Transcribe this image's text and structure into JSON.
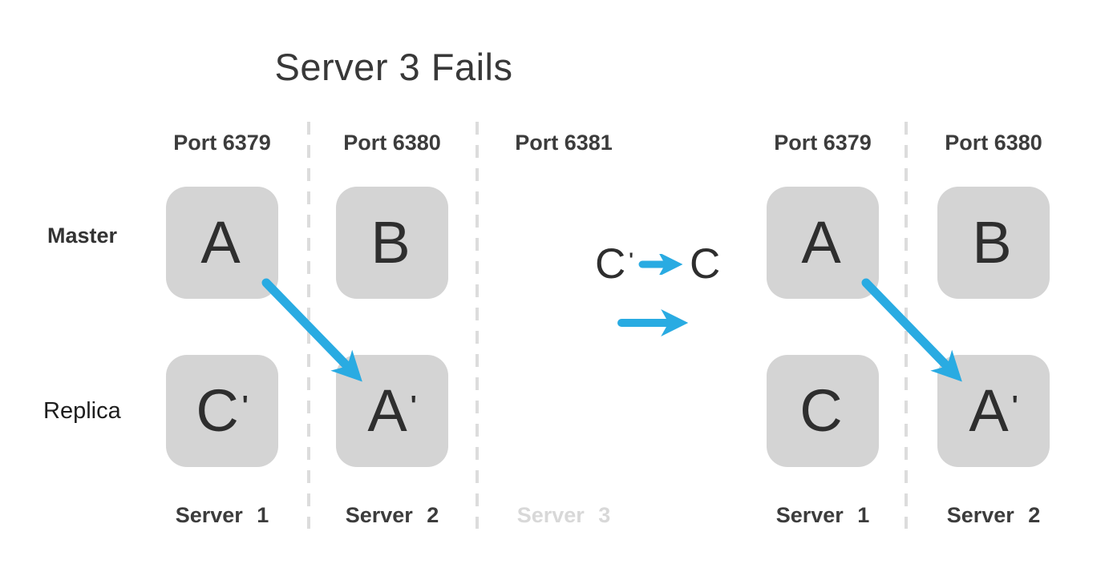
{
  "title": "Server 3 Fails",
  "colors": {
    "accent": "#29abe2",
    "box_fill": "#d4d4d4",
    "faded_text": "#d8d8d8",
    "dash": "#dcdcdc",
    "text_dark": "#2e2e2e",
    "label_dark": "#3c3c3c"
  },
  "rows": {
    "master": "Master",
    "replica": "Replica"
  },
  "before": {
    "ports": [
      "Port 6379",
      "Port 6380",
      "Port 6381"
    ],
    "servers": [
      "Server 1",
      "Server 2",
      "Server 3"
    ],
    "boxes": {
      "master_p6379": {
        "letter": "A",
        "prime": ""
      },
      "master_p6380": {
        "letter": "B",
        "prime": ""
      },
      "replica_p6379": {
        "letter": "C",
        "prime": "'"
      },
      "replica_p6380": {
        "letter": "A",
        "prime": "'"
      }
    }
  },
  "transition": {
    "from_letter": "C",
    "from_prime": "'",
    "to_letter": "C"
  },
  "after": {
    "ports": [
      "Port 6379",
      "Port 6380"
    ],
    "servers": [
      "Server 1",
      "Server 2"
    ],
    "boxes": {
      "master_p6379": {
        "letter": "A",
        "prime": ""
      },
      "master_p6380": {
        "letter": "B",
        "prime": ""
      },
      "replica_p6379": {
        "letter": "C",
        "prime": ""
      },
      "replica_p6380": {
        "letter": "A",
        "prime": "'"
      }
    }
  }
}
